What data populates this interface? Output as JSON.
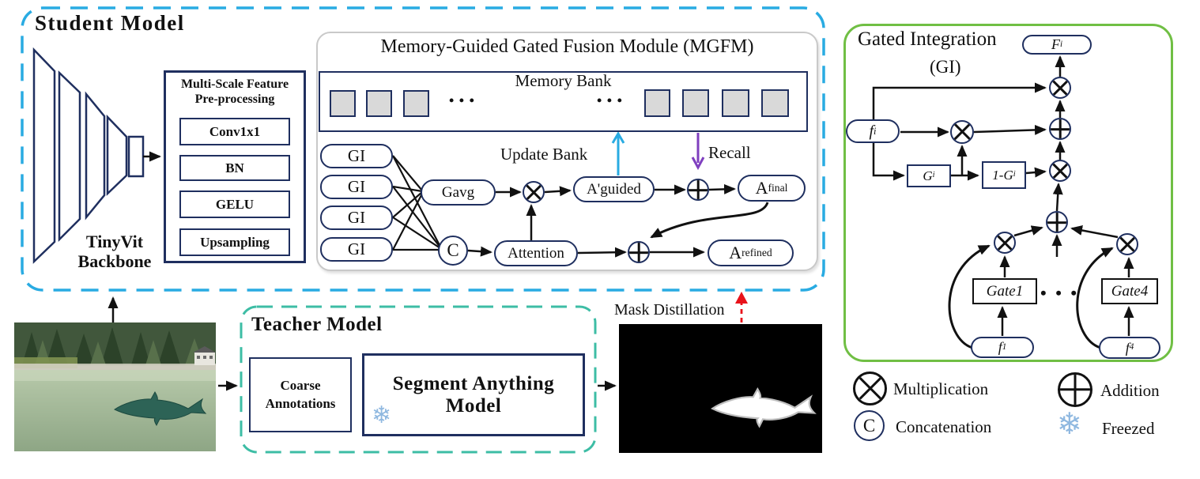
{
  "colors": {
    "student_border": "#29ABE2",
    "teacher_border": "#3DBDA5",
    "gi_border": "#70BF44",
    "node_border": "#1F2F5F",
    "update_arrow": "#29ABE2",
    "recall_arrow": "#7F3FBF",
    "distill_arrow": "#E8121A",
    "memory_square_fill": "#D9D9D9"
  },
  "student": {
    "title": "Student Model",
    "backbone": {
      "line1": "TinyVit",
      "line2": "Backbone"
    },
    "preproc": {
      "title1": "Multi-Scale Feature",
      "title2": "Pre-processing",
      "blocks": [
        "Conv1x1",
        "BN",
        "GELU",
        "Upsampling"
      ]
    }
  },
  "mgfm": {
    "title": "Memory-Guided Gated Fusion Module (MGFM)",
    "memory_bank": "Memory Bank",
    "dots": "• • •",
    "update_bank": "Update Bank",
    "recall": "Recall",
    "gi_inputs": [
      "GI",
      "GI",
      "GI",
      "GI"
    ],
    "gavg": "Gavg",
    "concat_c": "C",
    "attention": "Attention",
    "a_guided": "A'guided",
    "a_final": {
      "base": "A",
      "sub": "final"
    },
    "a_refined": {
      "base": "A",
      "sub": "refined"
    }
  },
  "teacher": {
    "title": "Teacher Model",
    "coarse1": "Coarse",
    "coarse2": "Annotations",
    "sam1": "Segment Anything",
    "sam2": "Model",
    "snowflake": "❄"
  },
  "distillation": {
    "label": "Mask Distillation"
  },
  "gi_panel": {
    "title": "Gated Integration",
    "subtitle": "(GI)",
    "f_out": {
      "base": "F",
      "sub": "i"
    },
    "f_in": {
      "base": "f",
      "sub": "i"
    },
    "gate": {
      "base": "G",
      "sub": "i"
    },
    "one_minus": {
      "base": "1-G",
      "sub": "i"
    },
    "gate1": "Gate1",
    "gate4": "Gate4",
    "f1": {
      "base": "f",
      "sub": "1"
    },
    "f4": {
      "base": "f",
      "sub": "4"
    },
    "dots": "• • •"
  },
  "legend": {
    "multiplication": "Multiplication",
    "addition": "Addition",
    "concat_symbol": "C",
    "concatenation": "Concatenation",
    "freezed": "Freezed",
    "snowflake": "❄"
  }
}
